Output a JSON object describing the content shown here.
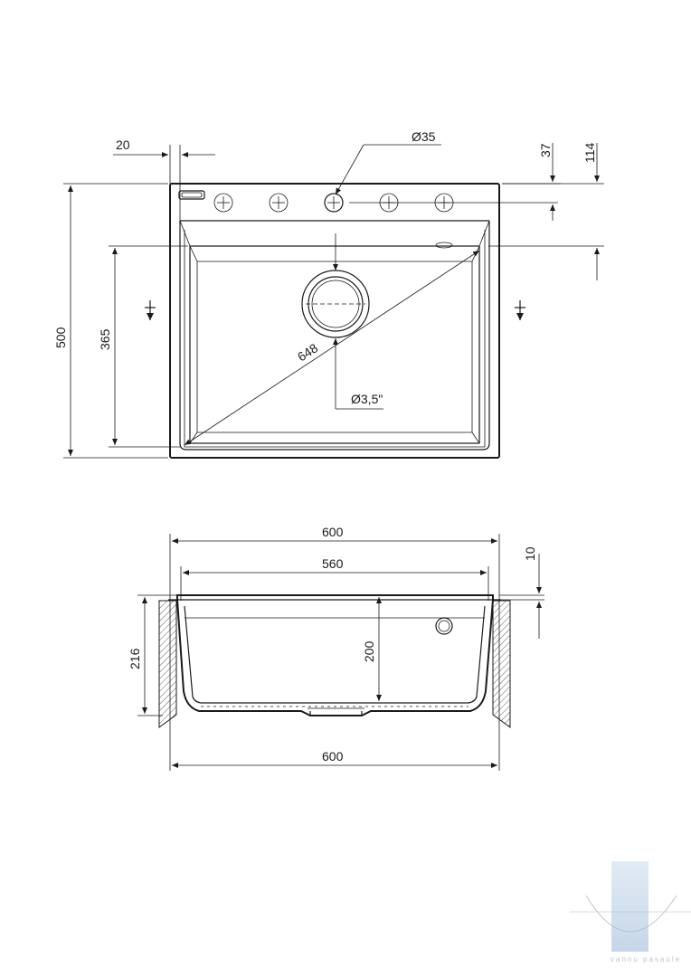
{
  "top_view": {
    "dim_wall": "20",
    "dim_tap_hole": "Ø35",
    "dim_tap_offset": "37",
    "dim_deck_depth": "114",
    "dim_total_depth": "500",
    "dim_bowl_depth": "365",
    "dim_diagonal": "648",
    "dim_drain": "Ø3,5\""
  },
  "side_view": {
    "dim_top_width": "600",
    "dim_bowl_width": "560",
    "dim_rim": "10",
    "dim_height": "216",
    "dim_bowl_height": "200",
    "dim_bottom_width": "600"
  },
  "watermark": {
    "text": "vannu pasaule"
  }
}
